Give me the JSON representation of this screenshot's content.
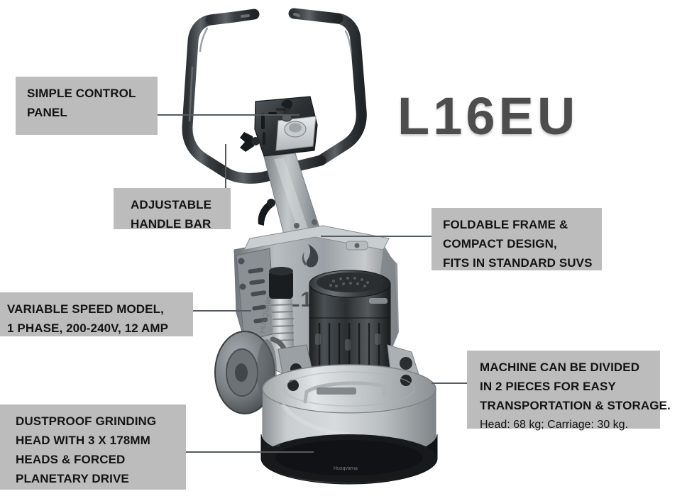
{
  "product": {
    "model_title": "L16EU",
    "model_badge": "L16",
    "title_color": "#4d4d4d",
    "callout_box_color": "#bcbcbc",
    "leader_line_color": "#555b60"
  },
  "callouts": [
    {
      "id": "control-panel",
      "name": "simple-control-panel",
      "lines": [
        "SIMPLE CONTROL",
        "PANEL"
      ]
    },
    {
      "id": "handle-bar",
      "name": "adjustable-handle-bar",
      "lines": [
        "ADJUSTABLE",
        "HANDLE BAR"
      ]
    },
    {
      "id": "foldable",
      "name": "foldable-frame-compact-design",
      "lines": [
        "FOLDABLE FRAME &",
        "COMPACT DESIGN,",
        "FITS IN STANDARD SUVS"
      ]
    },
    {
      "id": "variable-speed",
      "name": "variable-speed-model",
      "lines": [
        "VARIABLE SPEED MODEL,",
        "1 PHASE, 200-240V, 12 AMP"
      ]
    },
    {
      "id": "divided",
      "name": "machine-divided-two-pieces",
      "lines": [
        "MACHINE CAN BE DIVIDED",
        "IN 2 PIECES FOR EASY",
        "TRANSPORTATION & STORAGE."
      ],
      "sub_line": "Head: 68 kg; Carriage: 30 kg."
    },
    {
      "id": "dustproof",
      "name": "dustproof-grinding-head",
      "lines": [
        "DUSTPROOF GRINDING",
        "HEAD WITH 3 X 178MM",
        "HEADS & FORCED",
        "PLANETARY DRIVE"
      ]
    }
  ],
  "machine": {
    "name": "floor-grinder-photo",
    "description": "Walk-behind planetary concrete floor grinder, grayscale product photo",
    "parts": [
      "handle-bar",
      "control-panel",
      "frame-column",
      "chassis-body",
      "electric-motor",
      "transport-wheel",
      "grinding-head-drum",
      "dust-skirt"
    ]
  }
}
